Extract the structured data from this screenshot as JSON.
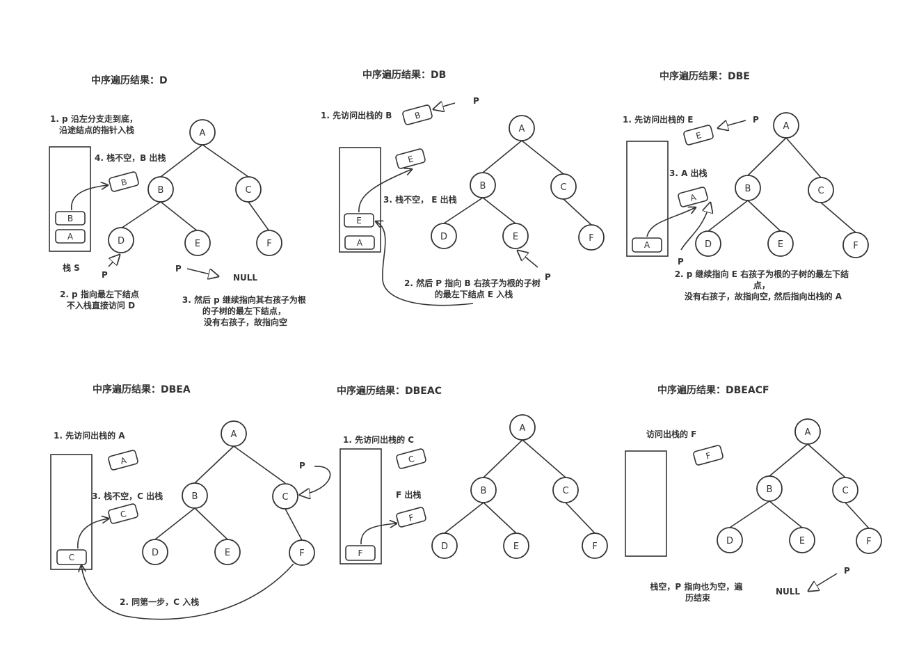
{
  "colors": {
    "stroke": "#333333",
    "background": "#ffffff"
  },
  "tree_nodes": [
    "A",
    "B",
    "C",
    "D",
    "E",
    "F"
  ],
  "panels": [
    {
      "title": "中序遍历结果：D",
      "stack_label": "栈  S",
      "stack_items": [
        "A",
        "B"
      ],
      "floating_boxes": [
        "B"
      ],
      "pointer_labels": [
        "P",
        "P"
      ],
      "null_label": "NULL",
      "notes": [
        [
          "1.  p 沿左分支走到底，",
          "沿途结点的指针入栈"
        ],
        [
          "4. 栈不空，B 出栈"
        ],
        [
          "2. p 指向最左下结点",
          "不入栈直接访问 D"
        ],
        [
          "3. 然后 p 继续指向其右孩子为根",
          "的子树的最左下结点，",
          "没有右孩子，故指向空"
        ]
      ]
    },
    {
      "title": "中序遍历结果：DB",
      "stack_items": [
        "A",
        "E"
      ],
      "floating_boxes": [
        "B",
        "E"
      ],
      "pointer_labels": [
        "P",
        "P"
      ],
      "notes": [
        [
          "1.  先访问出栈的 B"
        ],
        [
          "3. 栈不空，  E 出栈"
        ],
        [
          "2. 然后 P 指向 B 右孩子为根的子树",
          "的最左下结点  E 入栈"
        ]
      ]
    },
    {
      "title": "中序遍历结果：DBE",
      "stack_items": [
        "A"
      ],
      "floating_boxes": [
        "E",
        "A"
      ],
      "pointer_labels": [
        "P",
        "P"
      ],
      "notes": [
        [
          "1.  先访问出栈的 E"
        ],
        [
          "3. A 出栈"
        ],
        [
          "2. p 继续指向 E 右孩子为根的子树的最左下结",
          "点，",
          "没有右孩子，故指向空, 然后指向出栈的 A"
        ]
      ]
    },
    {
      "title": "中序遍历结果：DBEA",
      "stack_items": [
        "C"
      ],
      "floating_boxes": [
        "A",
        "C"
      ],
      "pointer_labels": [
        "P"
      ],
      "notes": [
        [
          "1.  先访问出栈的 A"
        ],
        [
          "3. 栈不空，C 出栈"
        ],
        [
          "2. 同第一步，C  入栈"
        ]
      ]
    },
    {
      "title": "中序遍历结果：DBEAC",
      "stack_items": [
        "F"
      ],
      "floating_boxes": [
        "C",
        "F"
      ],
      "notes": [
        [
          "1.  先访问出栈的 C"
        ],
        [
          "F  出栈"
        ]
      ]
    },
    {
      "title": "中序遍历结果：DBEACF",
      "stack_items": [],
      "floating_boxes": [
        "F"
      ],
      "pointer_labels": [
        "P"
      ],
      "null_label": "NULL",
      "notes": [
        [
          "访问出栈的 F"
        ],
        [
          "栈空，P 指向也为空，遍",
          "历结束"
        ]
      ]
    }
  ]
}
